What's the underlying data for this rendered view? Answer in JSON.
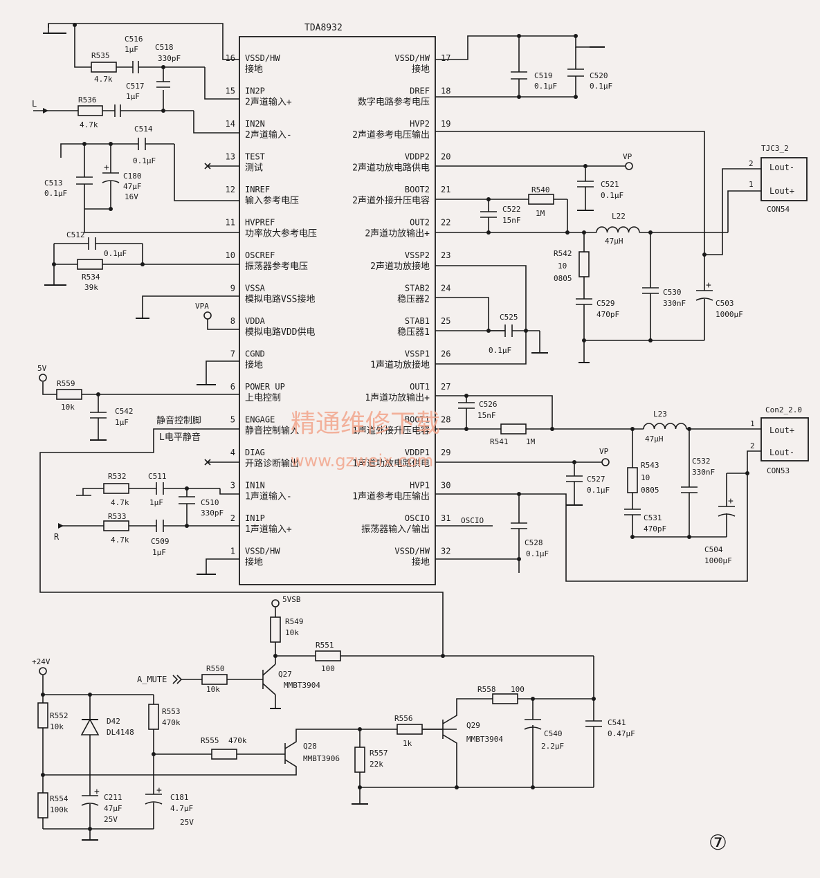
{
  "ic": {
    "name": "TDA8932",
    "left_pins": [
      {
        "num": "16",
        "name": "VSSD/HW",
        "desc": "接地"
      },
      {
        "num": "15",
        "name": "IN2P",
        "desc": "2声道输入+"
      },
      {
        "num": "14",
        "name": "IN2N",
        "desc": "2声道输入-"
      },
      {
        "num": "13",
        "name": "TEST",
        "desc": "测试"
      },
      {
        "num": "12",
        "name": "INREF",
        "desc": "输入参考电压"
      },
      {
        "num": "11",
        "name": "HVPREF",
        "desc": "功率放大参考电压"
      },
      {
        "num": "10",
        "name": "OSCREF",
        "desc": "振荡器参考电压"
      },
      {
        "num": "9",
        "name": "VSSA",
        "desc": "模拟电路VSS接地"
      },
      {
        "num": "8",
        "name": "VDDA",
        "desc": "模拟电路VDD供电"
      },
      {
        "num": "7",
        "name": "CGND",
        "desc": "接地"
      },
      {
        "num": "6",
        "name": "POWER UP",
        "desc": "上电控制"
      },
      {
        "num": "5",
        "name": "ENGAGE",
        "desc": "静音控制输入"
      },
      {
        "num": "4",
        "name": "DIAG",
        "desc": "开路诊断输出"
      },
      {
        "num": "3",
        "name": "IN1N",
        "desc": "1声道输入-"
      },
      {
        "num": "2",
        "name": "IN1P",
        "desc": "1声道输入+"
      },
      {
        "num": "1",
        "name": "VSSD/HW",
        "desc": "接地"
      }
    ],
    "right_pins": [
      {
        "num": "17",
        "name": "VSSD/HW",
        "desc": "接地"
      },
      {
        "num": "18",
        "name": "DREF",
        "desc": "数字电路参考电压"
      },
      {
        "num": "19",
        "name": "HVP2",
        "desc": "2声道参考电压输出"
      },
      {
        "num": "20",
        "name": "VDDP2",
        "desc": "2声道功放电路供电"
      },
      {
        "num": "21",
        "name": "BOOT2",
        "desc": "2声道外接升压电容"
      },
      {
        "num": "22",
        "name": "OUT2",
        "desc": "2声道功放输出+"
      },
      {
        "num": "23",
        "name": "VSSP2",
        "desc": "2声道功放接地"
      },
      {
        "num": "24",
        "name": "STAB2",
        "desc": "稳压器2"
      },
      {
        "num": "25",
        "name": "STAB1",
        "desc": "稳压器1"
      },
      {
        "num": "26",
        "name": "VSSP1",
        "desc": "1声道功放接地"
      },
      {
        "num": "27",
        "name": "OUT1",
        "desc": "1声道功放输出+"
      },
      {
        "num": "28",
        "name": "BOOT1",
        "desc": "1声道外接升压电容"
      },
      {
        "num": "29",
        "name": "VDDP1",
        "desc": "1声道功放电路供电"
      },
      {
        "num": "30",
        "name": "HVP1",
        "desc": "1声道参考电压输出"
      },
      {
        "num": "31",
        "name": "OSCIO",
        "desc": "振荡器输入/输出"
      },
      {
        "num": "32",
        "name": "VSSD/HW",
        "desc": "接地"
      }
    ]
  },
  "components": {
    "r535": {
      "ref": "R535",
      "val": "4.7k"
    },
    "c516": {
      "ref": "C516",
      "val": "1μF"
    },
    "c518": {
      "ref": "C518",
      "val": "330pF"
    },
    "c517": {
      "ref": "C517",
      "val": "1μF"
    },
    "r536": {
      "ref": "R536",
      "val": "4.7k"
    },
    "c514": {
      "ref": "C514",
      "val": "0.1μF"
    },
    "c513": {
      "ref": "C513",
      "val": "0.1μF"
    },
    "c180": {
      "ref": "C180",
      "val": "47μF",
      "val2": "16V"
    },
    "c512": {
      "ref": "C512",
      "val": "0.1μF"
    },
    "r534": {
      "ref": "R534",
      "val": "39k"
    },
    "r559": {
      "ref": "R559",
      "val": "10k"
    },
    "c542": {
      "ref": "C542",
      "val": "1μF"
    },
    "r532": {
      "ref": "R532",
      "val": "4.7k"
    },
    "c511": {
      "ref": "C511",
      "val": "1μF"
    },
    "c510": {
      "ref": "C510",
      "val": "330pF"
    },
    "r533": {
      "ref": "R533",
      "val": "4.7k"
    },
    "c509": {
      "ref": "C509",
      "val": "1μF"
    },
    "c519": {
      "ref": "C519",
      "val": "0.1μF"
    },
    "c520": {
      "ref": "C520",
      "val": "0.1μF"
    },
    "c521": {
      "ref": "C521",
      "val": "0.1μF"
    },
    "r540": {
      "ref": "R540",
      "val": "1M"
    },
    "c522": {
      "ref": "C522",
      "val": "15nF"
    },
    "l22": {
      "ref": "L22",
      "val": "47μH"
    },
    "r542": {
      "ref": "R542",
      "val": "10",
      "val2": "0805"
    },
    "c529": {
      "ref": "C529",
      "val": "470pF"
    },
    "c530": {
      "ref": "C530",
      "val": "330nF"
    },
    "c503": {
      "ref": "C503",
      "val": "1000μF"
    },
    "c525": {
      "ref": "C525",
      "val": "0.1μF"
    },
    "c526": {
      "ref": "C526",
      "val": "15nF"
    },
    "r541": {
      "ref": "R541",
      "val": "1M"
    },
    "l23": {
      "ref": "L23",
      "val": "47μH"
    },
    "r543": {
      "ref": "R543",
      "val": "10",
      "val2": "0805"
    },
    "c531": {
      "ref": "C531",
      "val": "470pF"
    },
    "c532": {
      "ref": "C532",
      "val": "330nF"
    },
    "c504": {
      "ref": "C504",
      "val": "1000μF"
    },
    "c527": {
      "ref": "C527",
      "val": "0.1μF"
    },
    "c528": {
      "ref": "C528",
      "val": "0.1μF"
    },
    "r549": {
      "ref": "R549",
      "val": "10k"
    },
    "r551": {
      "ref": "R551",
      "val": "100"
    },
    "r550": {
      "ref": "R550",
      "val": "10k"
    },
    "q27": {
      "ref": "Q27",
      "val": "MMBT3904"
    },
    "r558": {
      "ref": "R558",
      "val": "100"
    },
    "c541": {
      "ref": "C541",
      "val": "0.47μF"
    },
    "r556": {
      "ref": "R556",
      "val": "1k"
    },
    "q29": {
      "ref": "Q29",
      "val": "MMBT3904"
    },
    "c540": {
      "ref": "C540",
      "val": "2.2μF"
    },
    "r552": {
      "ref": "R552",
      "val": "10k"
    },
    "d42": {
      "ref": "D42",
      "val": "DL4148"
    },
    "r553": {
      "ref": "R553",
      "val": "470k"
    },
    "r555": {
      "ref": "R555",
      "val": "470k"
    },
    "q28": {
      "ref": "Q28",
      "val": "MMBT3906"
    },
    "r557": {
      "ref": "R557",
      "val": "22k"
    },
    "r554": {
      "ref": "R554",
      "val": "100k"
    },
    "c211": {
      "ref": "C211",
      "val": "47μF",
      "val2": "25V"
    },
    "c181": {
      "ref": "C181",
      "val": "4.7μF",
      "val2": "25V"
    }
  },
  "connectors": {
    "tjc3": {
      "name": "TJC3_2",
      "ref": "CON54",
      "pin2": "2",
      "pin1": "1",
      "lab2": "Lout-",
      "lab1": "Lout+"
    },
    "con2": {
      "name": "Con2_2.0",
      "ref": "CON53",
      "pin1": "1",
      "pin2": "2",
      "lab1": "Lout+",
      "lab2": "Lout-"
    }
  },
  "nets": {
    "vp": "VP",
    "vpa": "VPA",
    "v5": "5V",
    "v5vsb": "5VSB",
    "v24": "+24V",
    "l_in": "L",
    "r_in": "R",
    "a_mute": "A_MUTE",
    "oscio": "OSCIO"
  },
  "notes": {
    "mute_pin": "静音控制脚",
    "mute_level": "L电平静音",
    "page_no": "⑦"
  },
  "watermark": {
    "cn": "精通维修下载",
    "url": "www.gzweix.com"
  }
}
